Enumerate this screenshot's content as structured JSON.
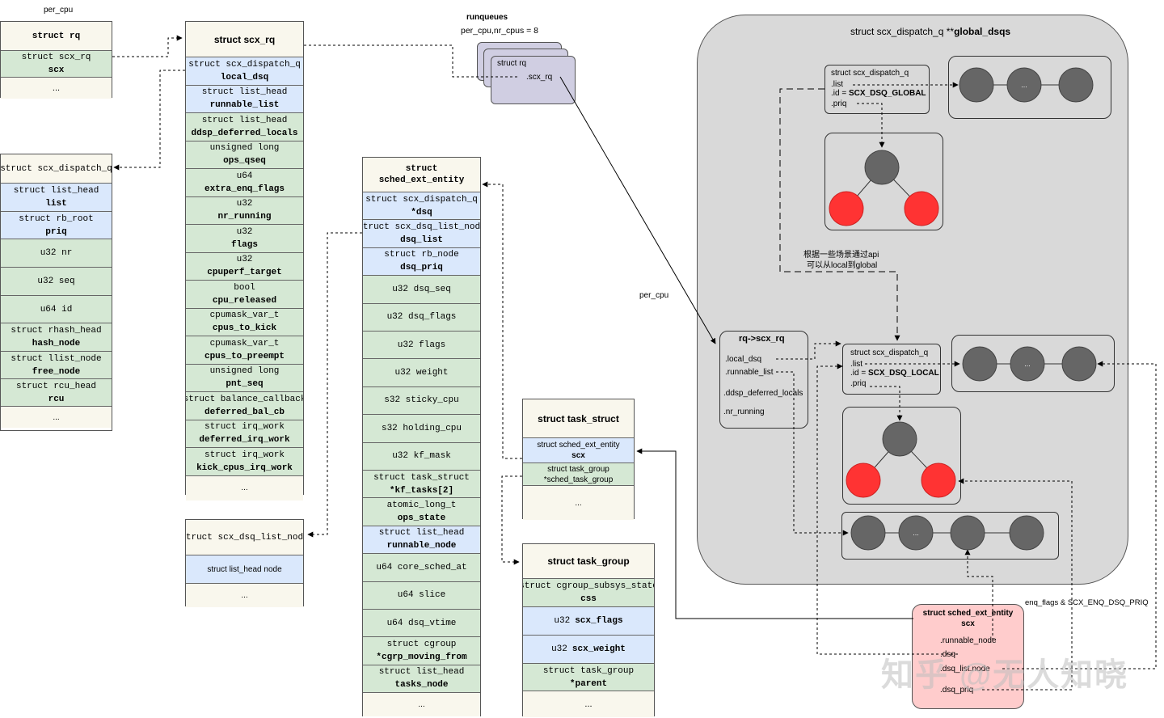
{
  "labels": {
    "per_cpu_top": "per_cpu",
    "runqueues": "runqueues",
    "runqueues_sub": "per_cpu,nr_cpus = 8",
    "per_cpu_mid": "per_cpu",
    "enq_flags": "enq_flags & SCX_ENQ_DSQ_PRIQ",
    "chinese_note_1": "根据一些场景通过api",
    "chinese_note_2": "可以从local到global"
  },
  "struct_rq": {
    "title": "struct rq",
    "rows": [
      {
        "type": "struct scx_rq",
        "name": "scx"
      },
      {
        "type": "...",
        "name": ""
      }
    ]
  },
  "struct_scx_rq": {
    "title": "struct scx_rq",
    "rows": [
      {
        "type": "struct scx_dispatch_q",
        "name": "local_dsq"
      },
      {
        "type": "struct list_head",
        "name": "runnable_list"
      },
      {
        "type": "struct list_head",
        "name": "ddsp_deferred_locals"
      },
      {
        "type": "unsigned long",
        "name": "ops_qseq"
      },
      {
        "type": "u64",
        "name": "extra_enq_flags"
      },
      {
        "type": "u32",
        "name": "nr_running"
      },
      {
        "type": "u32",
        "name": "flags"
      },
      {
        "type": "u32",
        "name": "cpuperf_target"
      },
      {
        "type": "bool",
        "name": "cpu_released"
      },
      {
        "type": "cpumask_var_t",
        "name": "cpus_to_kick"
      },
      {
        "type": "cpumask_var_t",
        "name": "cpus_to_preempt"
      },
      {
        "type": "unsigned long",
        "name": "pnt_seq"
      },
      {
        "type": "struct balance_callback",
        "name": "deferred_bal_cb"
      },
      {
        "type": "struct irq_work",
        "name": "deferred_irq_work"
      },
      {
        "type": "struct irq_work",
        "name": "kick_cpus_irq_work"
      },
      {
        "type": "...",
        "name": ""
      }
    ]
  },
  "struct_scx_dispatch_q": {
    "title": "struct scx_dispatch_q",
    "rows": [
      {
        "type": "struct list_head",
        "name": "list"
      },
      {
        "type": "struct rb_root",
        "name": "priq"
      },
      {
        "type": "u32 nr",
        "name": ""
      },
      {
        "type": "u32 seq",
        "name": ""
      },
      {
        "type": "u64 id",
        "name": ""
      },
      {
        "type": "struct rhash_head",
        "name": "hash_node"
      },
      {
        "type": "struct llist_node",
        "name": "free_node"
      },
      {
        "type": "struct rcu_head",
        "name": "rcu"
      },
      {
        "type": "...",
        "name": ""
      }
    ]
  },
  "struct_scx_dsq_list_node": {
    "title": "struct scx_dsq_list_node",
    "rows": [
      {
        "type": "struct list_head node",
        "name": ""
      },
      {
        "type": "...",
        "name": ""
      }
    ]
  },
  "struct_sched_ext_entity": {
    "title_1": "struct",
    "title_2": "sched_ext_entity",
    "rows": [
      {
        "type": "struct scx_dispatch_q",
        "name": "*dsq"
      },
      {
        "type": "struct scx_dsq_list_node",
        "name": "dsq_list"
      },
      {
        "type": "struct rb_node",
        "name": "dsq_priq"
      },
      {
        "type": "u32 dsq_seq",
        "name": ""
      },
      {
        "type": "u32 dsq_flags",
        "name": ""
      },
      {
        "type": "u32 flags",
        "name": ""
      },
      {
        "type": "u32 weight",
        "name": ""
      },
      {
        "type": "s32 sticky_cpu",
        "name": ""
      },
      {
        "type": "s32 holding_cpu",
        "name": ""
      },
      {
        "type": "u32 kf_mask",
        "name": ""
      },
      {
        "type": "struct task_struct",
        "name": "*kf_tasks[2]"
      },
      {
        "type": "atomic_long_t",
        "name": "ops_state"
      },
      {
        "type": "struct list_head",
        "name": "runnable_node"
      },
      {
        "type": "u64 core_sched_at",
        "name": ""
      },
      {
        "type": "u64 slice",
        "name": ""
      },
      {
        "type": "u64 dsq_vtime",
        "name": ""
      },
      {
        "type": "struct cgroup",
        "name": "*cgrp_moving_from"
      },
      {
        "type": "struct list_head",
        "name": "tasks_node"
      },
      {
        "type": "...",
        "name": ""
      }
    ]
  },
  "struct_task_struct": {
    "title": "struct task_struct",
    "rows": [
      {
        "type": "struct sched_ext_entity",
        "name": "scx"
      },
      {
        "type": "struct task_group",
        "name": "*sched_task_group"
      },
      {
        "type": "...",
        "name": ""
      }
    ]
  },
  "struct_task_group": {
    "title": "struct task_group",
    "rows": [
      {
        "type": "struct cgroup_subsys_state",
        "name": "css"
      },
      {
        "type": "u32",
        "name": "scx_flags"
      },
      {
        "type": "u32",
        "name": "scx_weight"
      },
      {
        "type": "struct task_group",
        "name": "*parent"
      },
      {
        "type": "...",
        "name": ""
      }
    ]
  },
  "runqueue_stack": {
    "line1": "struct rq",
    "line2": ".scx_rq"
  },
  "global_panel": {
    "title_prefix": "struct scx_dispatch_q **",
    "title_bold": "global_dsqs",
    "global_q": {
      "l1": "struct scx_dispatch_q",
      "l2": ".list",
      "l3_prefix": ".id = ",
      "l3_bold": "SCX_DSQ_GLOBAL",
      "l4": ".priq"
    },
    "local_q": {
      "l1": "struct scx_dispatch_q",
      "l2": ".list",
      "l3_prefix": ".id = ",
      "l3_bold": "SCX_DSQ_LOCAL",
      "l4": ".priq"
    },
    "rq_scx_rq": {
      "title": "rq->scx_rq",
      "f1": ".local_dsq",
      "f2": ".runnable_list",
      "f3": ".ddsp_deferred_locals",
      "f4": ".nr_running"
    },
    "dots": "..."
  },
  "sched_ext_entity_pink": {
    "title_1": "struct sched_ext_entity",
    "title_2": "scx",
    "f1": ".runnable_node",
    "f2": ".dsq",
    "f3": ".dsq_list.node",
    "f4": ".dsq_priq"
  },
  "watermark": "知乎 @无人知晓",
  "colors": {
    "cream": "#f9f7ed",
    "green": "#d5e8d4",
    "blue": "#dae8fc",
    "panel_gray": "#d9d9d9",
    "node_gray": "#666666",
    "node_red": "#ff3333",
    "runqueue_purple": "#d0cee2",
    "pink": "#ffcccc"
  }
}
